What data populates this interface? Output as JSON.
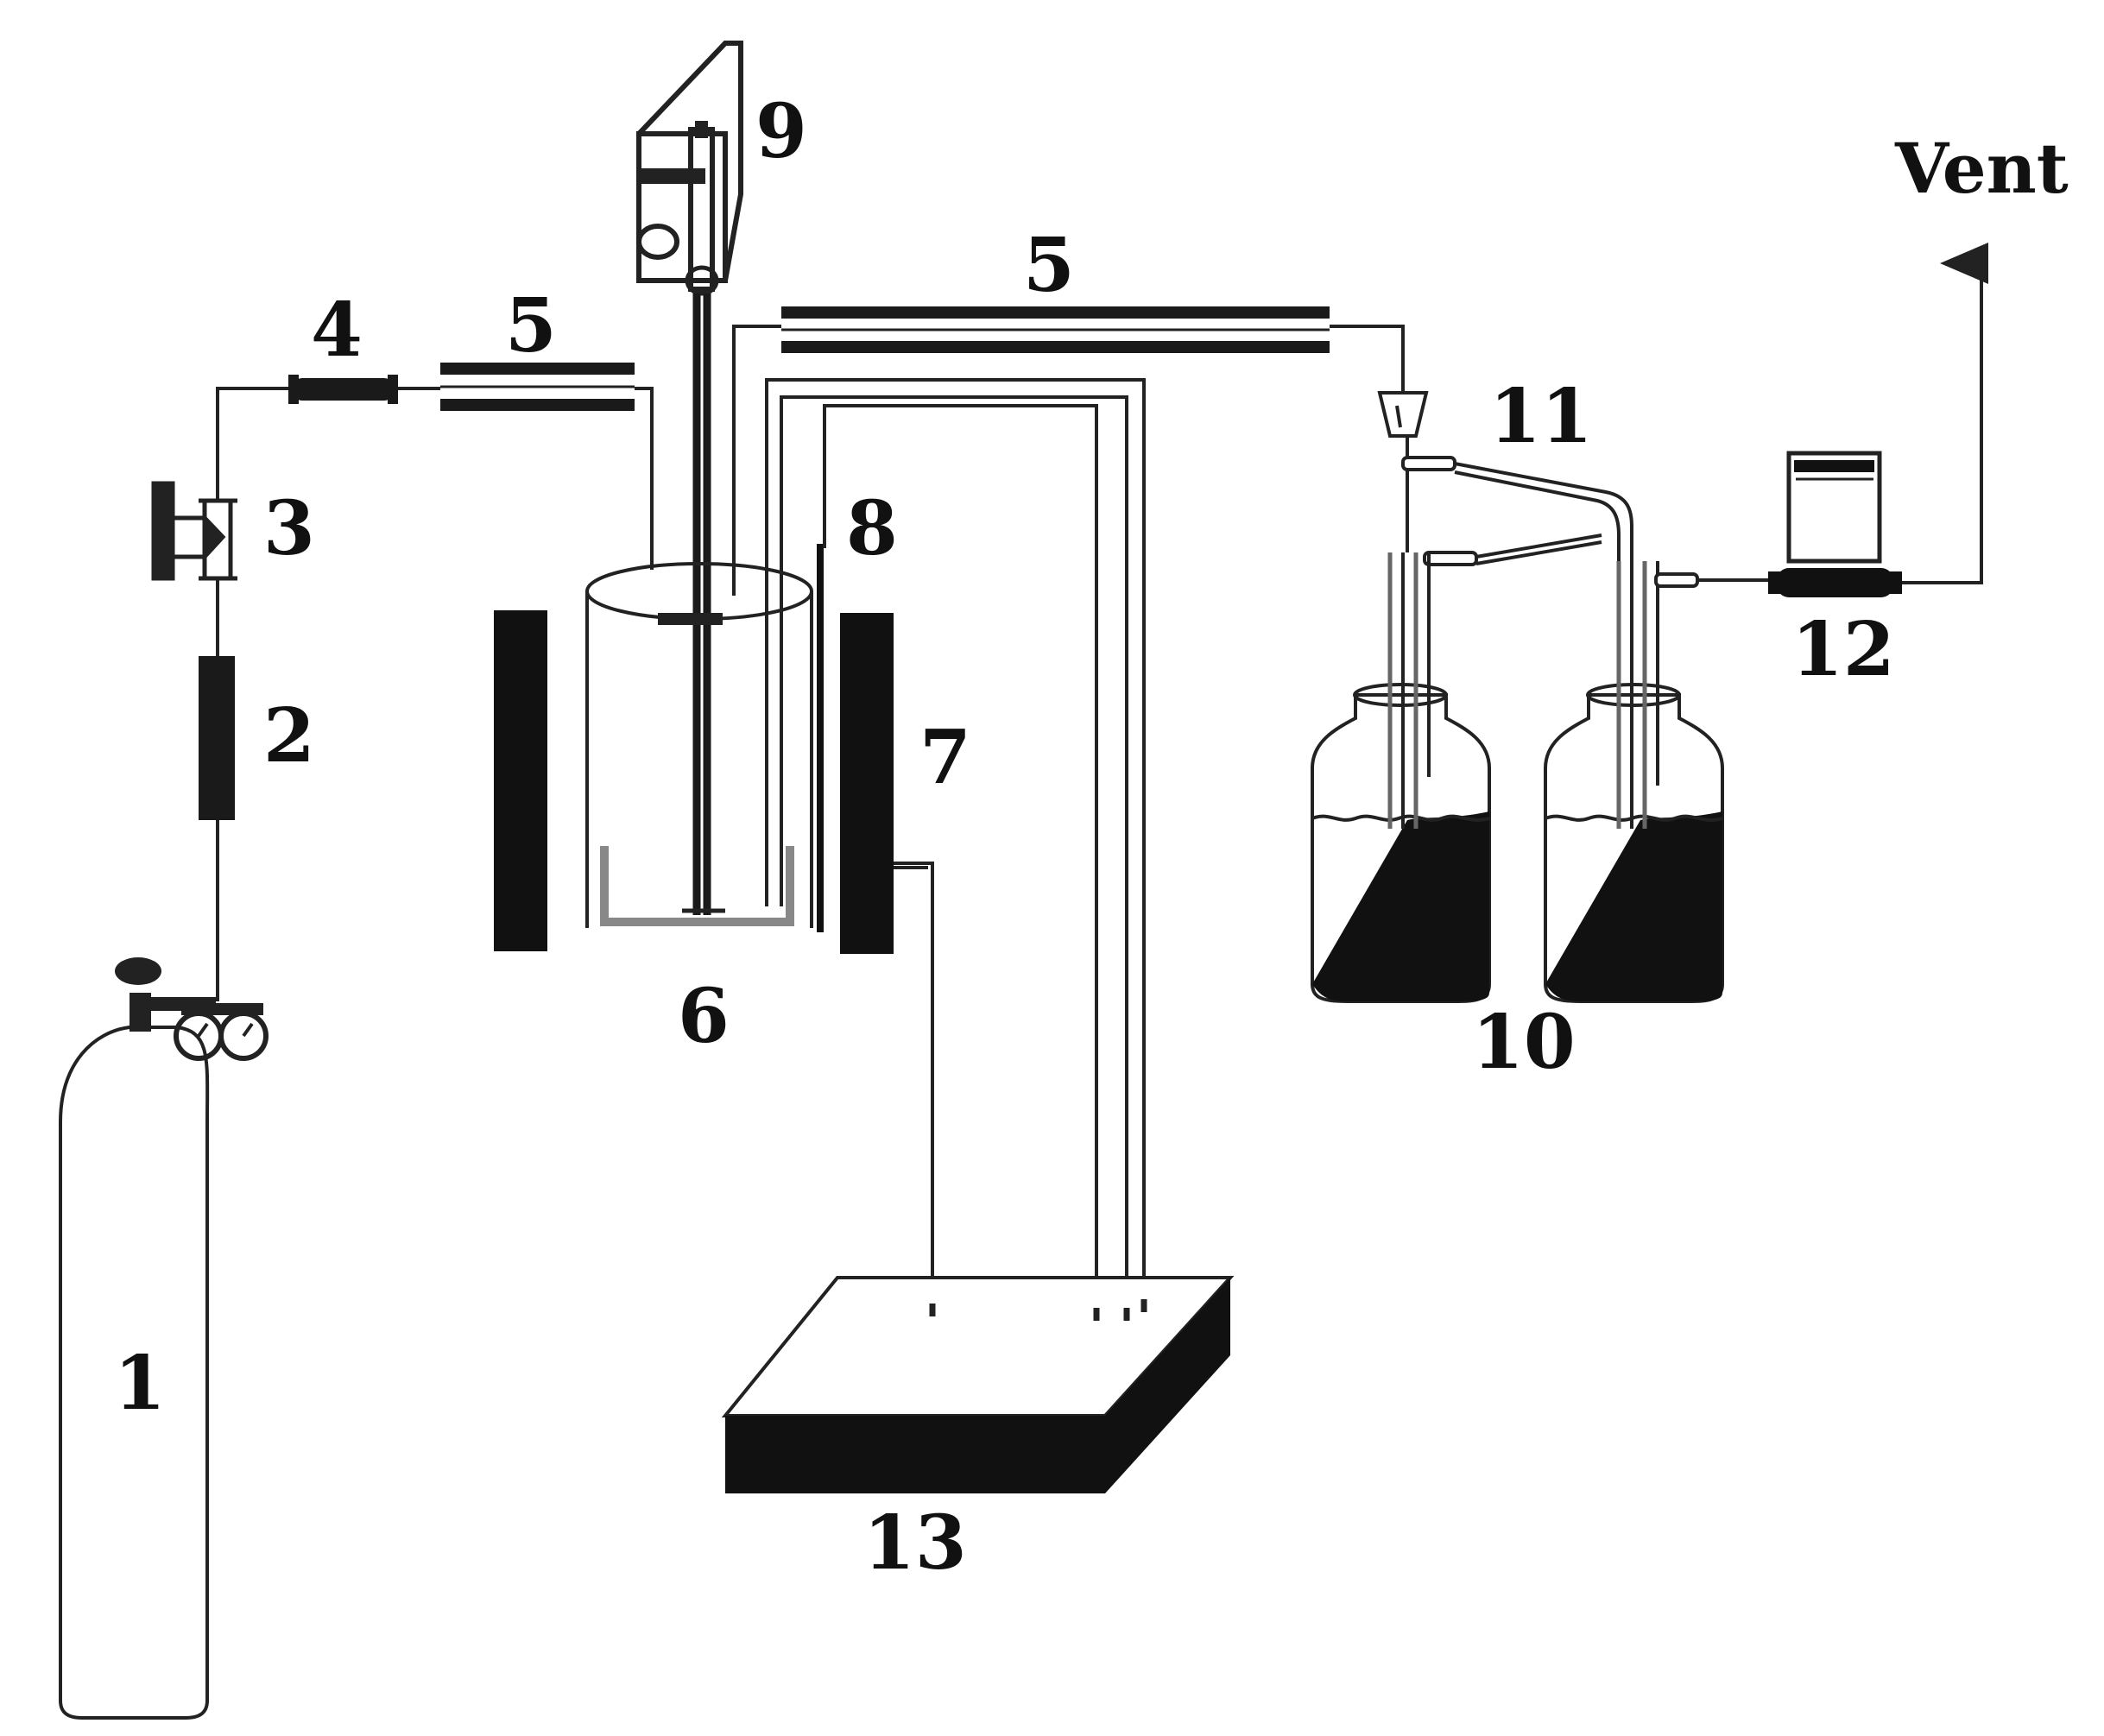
{
  "diagram": {
    "labels": {
      "n1": "1",
      "n2": "2",
      "n3": "3",
      "n4": "4",
      "n5a": "5",
      "n5b": "5",
      "n6": "6",
      "n7": "7",
      "n8": "8",
      "n9": "9",
      "n10": "10",
      "n11": "11",
      "n12": "12",
      "n13": "13",
      "vent": "Vent"
    },
    "colors": {
      "ink": "#111111",
      "paper": "#ffffff",
      "line": "#222222"
    }
  }
}
